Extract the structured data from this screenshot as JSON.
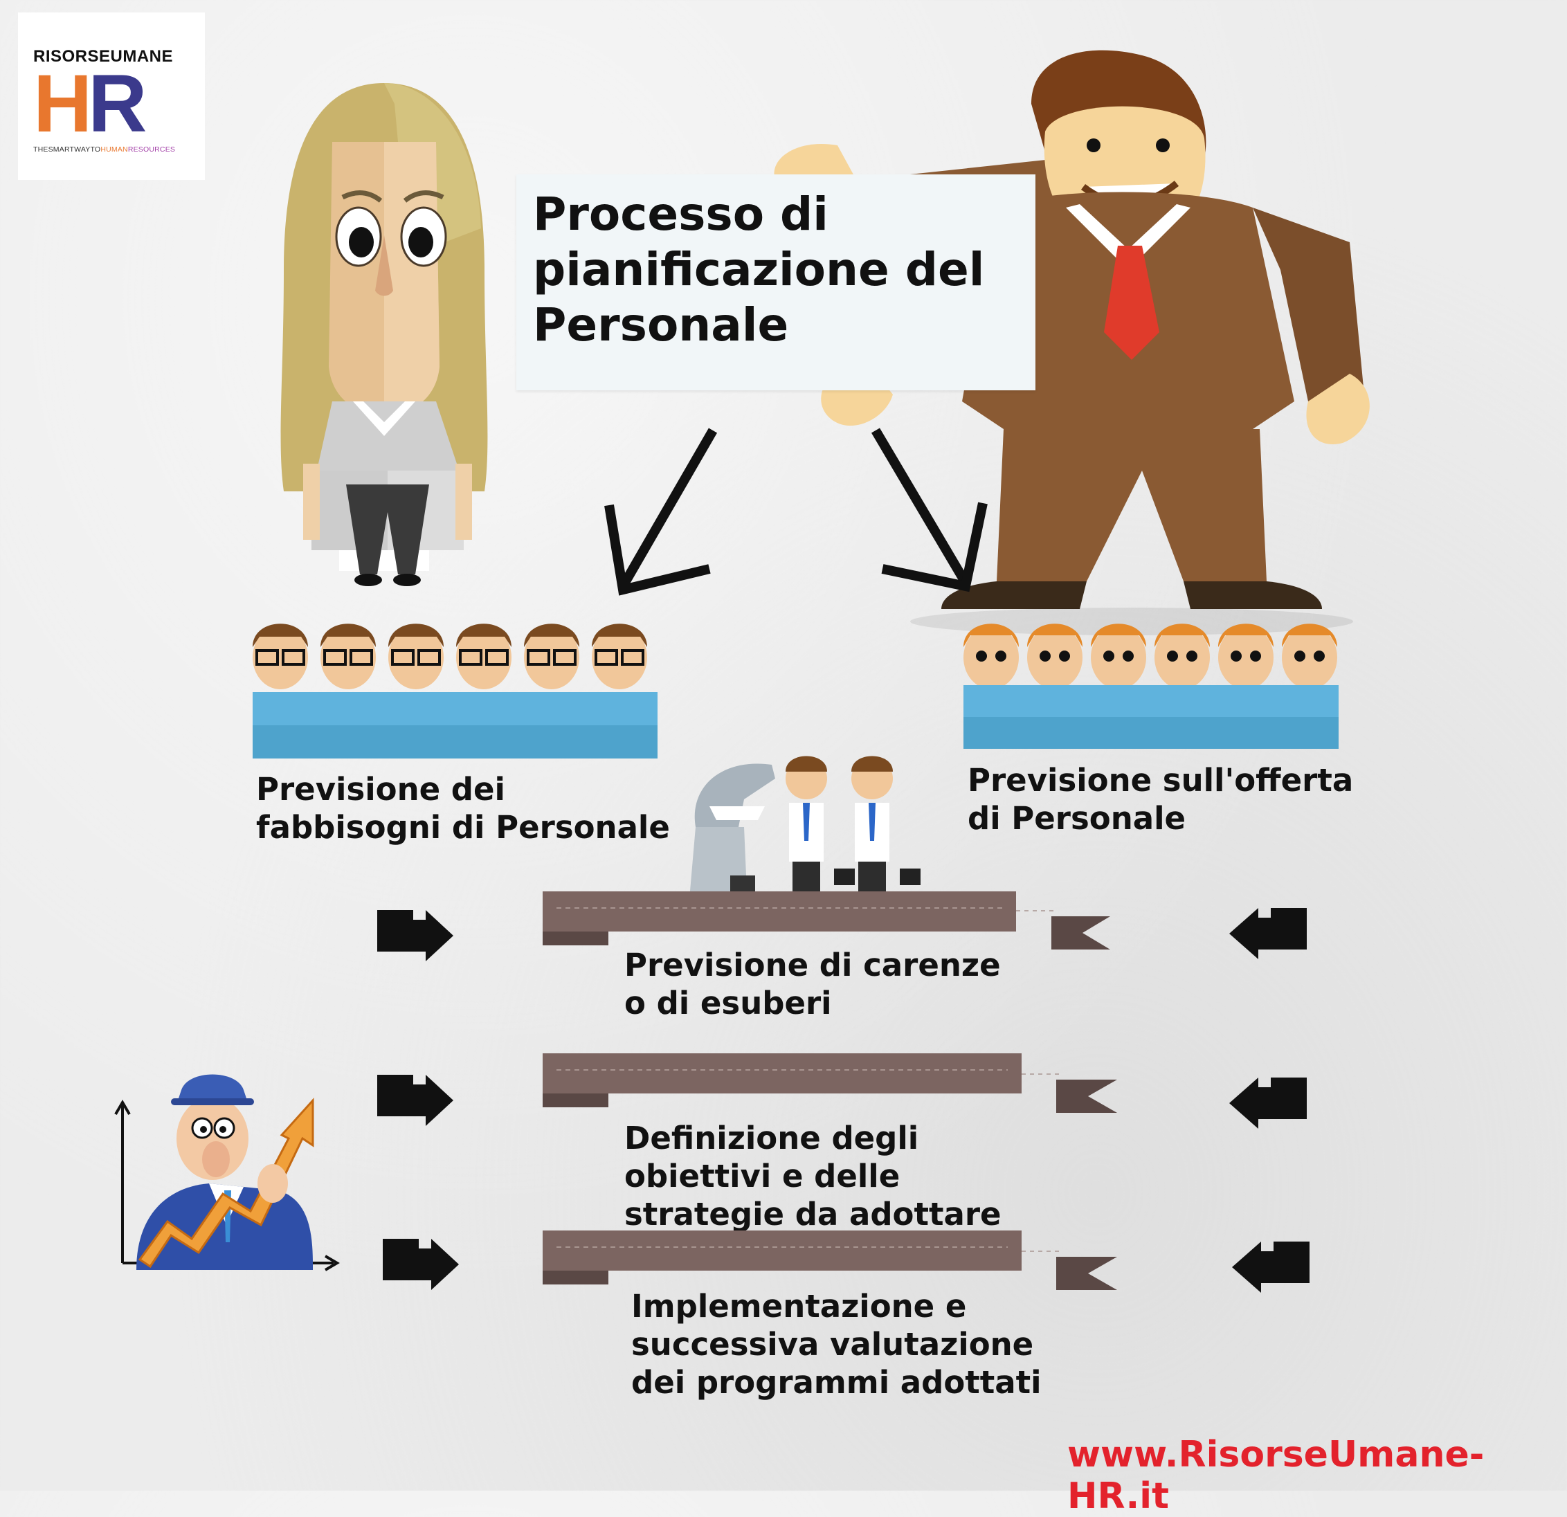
{
  "logo": {
    "brand": "RISORSEUMANE",
    "mark_h": "H",
    "mark_r": "R",
    "tagline_part1": "THESMARTWAYTO",
    "tagline_part2": "HUMAN",
    "tagline_part3": "RESOURCES"
  },
  "title": "Processo di pianificazione del Personale",
  "left_group_label": "Previsione dei fabbisogni di Personale",
  "right_group_label": "Previsione sull'offerta di Personale",
  "steps": [
    {
      "label": "Previsione di carenze o di esuberi"
    },
    {
      "label": "Definizione degli obiettivi e delle strategie da adottare"
    },
    {
      "label": "Implementazione e successiva valutazione dei programmi adottati"
    }
  ],
  "website": "www.RisorseUmane-HR.it",
  "colors": {
    "ribbon": "#7c6561",
    "ribbon_dark": "#5a4845",
    "blue_desk": "#5fb3dd",
    "suit_brown": "#8a5a33",
    "hair_blonde": "#c9b36c",
    "link_red": "#e3222c",
    "logo_orange": "#e8772e",
    "logo_navy": "#3b3a8c"
  },
  "icons": {
    "woman": "businesswoman-illustration",
    "man": "businessman-presenting-illustration",
    "arrows_down": "arrow-down-left-icon",
    "arrow_right": "arrow-right-icon",
    "arrow_left": "arrow-left-icon",
    "chart": "growth-chart-illustration"
  }
}
